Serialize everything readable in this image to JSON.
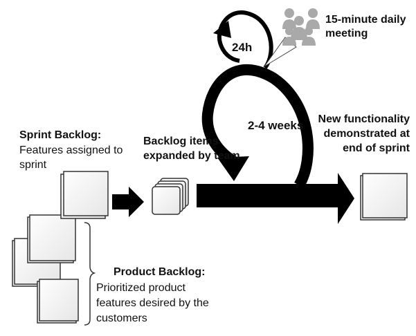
{
  "sprint_backlog": {
    "title": "Sprint Backlog:",
    "desc_lines": [
      "Features assigned to",
      "sprint"
    ]
  },
  "backlog_items": {
    "lines": [
      "Backlog items",
      "expanded by team"
    ]
  },
  "daily_meeting": {
    "cycle_label": "24h",
    "lines": [
      "15-minute daily",
      "meeting"
    ]
  },
  "sprint_cycle": {
    "label": "2-4 weeks"
  },
  "new_functionality": {
    "lines": [
      "New functionality",
      "demonstrated at",
      "end of sprint"
    ]
  },
  "product_backlog": {
    "title": "Product Backlog:",
    "desc_lines": [
      "Prioritized product",
      "features desired by the",
      "customers"
    ]
  },
  "icons": [
    "people-icon",
    "document-stack-icon",
    "arrow-right-icon",
    "cycle-arrow-icon"
  ],
  "colors": {
    "arrow": "#000000",
    "card_fill": "#f4f4f4",
    "card_border": "#222222",
    "people": "#a9a9a9"
  }
}
